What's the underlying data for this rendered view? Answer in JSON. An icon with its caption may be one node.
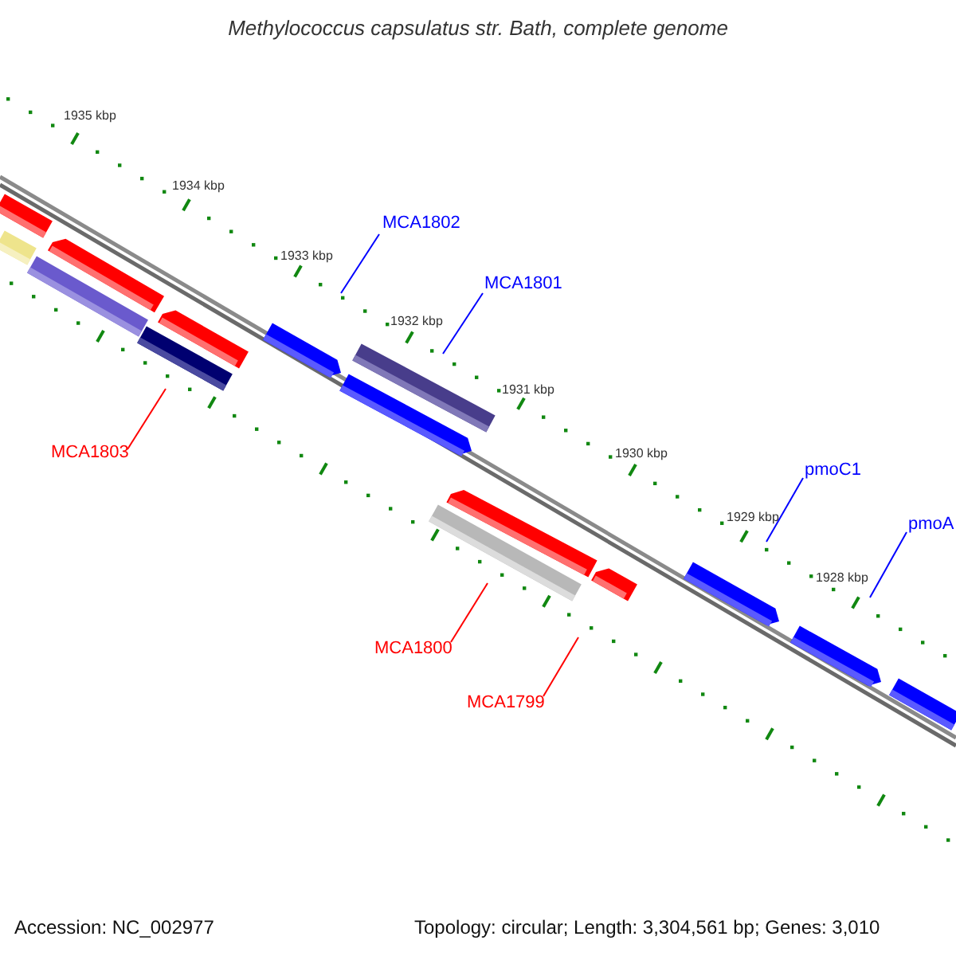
{
  "diagram": {
    "title": "Methylococcus capsulatus str. Bath, complete genome",
    "nodes": [
      {
        "text": [
          "MCA1802"
        ]
      },
      {
        "text": [
          "MCA1801"
        ]
      },
      {
        "text": [
          "MCA1803"
        ]
      },
      {
        "text": [
          "pmoC1"
        ]
      },
      {
        "text": [
          "pmoA"
        ]
      },
      {
        "text": [
          "MCA1800"
        ]
      },
      {
        "text": [
          "MCA1799"
        ]
      }
    ],
    "edges": [
      {
        "from": 0,
        "to": null,
        "arrow": "none"
      },
      {
        "from": 1,
        "to": null,
        "arrow": "none"
      },
      {
        "from": 2,
        "to": null,
        "arrow": "none",
        "color": "#ff0000"
      },
      {
        "from": 3,
        "to": null,
        "arrow": "none"
      },
      {
        "from": 4,
        "to": null,
        "arrow": "none"
      },
      {
        "from": 5,
        "to": null,
        "arrow": "none",
        "color": "#ff0000"
      },
      {
        "from": 6,
        "to": null,
        "arrow": "none",
        "color": "#ff0000"
      }
    ],
    "labels": [
      "1935 kbp",
      "1934 kbp",
      "1933 kbp",
      "1932 kbp",
      "1931 kbp",
      "1930 kbp",
      "1929 kbp",
      "1928 kbp",
      "Accession: NC_002977",
      "Topology: circular; Length: 3,304,561 bp; Genes: 3,010"
    ]
  }
}
